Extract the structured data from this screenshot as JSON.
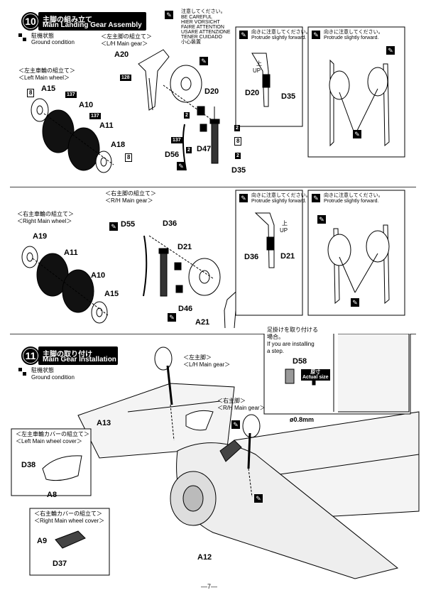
{
  "header": {
    "caution_jp": "注意してください。",
    "caution_lines": [
      "BE CAREFUL",
      "HIER VORSICHT",
      "FAIRE ATTENTION",
      "USARE ATTENZIONE",
      "TENER CUIDADO",
      "小心裝置"
    ]
  },
  "step10": {
    "number": "10",
    "title_jp": "主脚の組み立て",
    "title_en": "Main Landing Gear Assembly",
    "ground_jp": "駐機状態",
    "ground_en": "Ground condition",
    "lh_gear_jp": "＜左主脚の組立て＞",
    "lh_gear_en": "＜L/H Main gear＞",
    "left_wheel_jp": "＜左主車輪の組立て＞",
    "left_wheel_en": "＜Left Main wheel＞",
    "parts": [
      "A20",
      "A15",
      "A10",
      "A11",
      "A18",
      "D20",
      "D47",
      "D56",
      "D35"
    ],
    "counts": [
      "8",
      "137",
      "137",
      "8",
      "128",
      "2",
      "2",
      "8",
      "137",
      "2",
      "2"
    ],
    "note1_jp": "向きに注意してください。",
    "note1_en": "Protrude slightly forward.",
    "note2_jp": "向きに注意してください。",
    "note2_en": "Protrude slightly forward.",
    "up_jp": "上",
    "up_en": "UP",
    "inset_parts": [
      "D20",
      "D35"
    ]
  },
  "rh": {
    "rh_gear_jp": "＜右主脚の組立て＞",
    "rh_gear_en": "＜R/H Main gear＞",
    "right_wheel_jp": "＜右主車輪の組立て＞",
    "right_wheel_en": "＜Right Main wheel＞",
    "parts": [
      "A19",
      "A11",
      "A10",
      "A15",
      "D55",
      "D36",
      "D21",
      "D46",
      "A21"
    ],
    "note1_jp": "向きに注意してください。",
    "note1_en": "Protrude slightly forward.",
    "note2_jp": "向きに注意してください。",
    "note2_en": "Protrude slightly forward.",
    "up_jp": "上",
    "up_en": "UP",
    "inset_parts": [
      "D36",
      "D21"
    ]
  },
  "step11": {
    "number": "11",
    "title_jp": "主脚の取り付け",
    "title_en": "Main Gear Installation",
    "ground_jp": "駐機状態",
    "ground_en": "Ground condition",
    "lh_jp": "＜左主脚＞",
    "lh_en": "＜L/H Main gear＞",
    "rh_jp": "＜右主脚＞",
    "rh_en": "＜R/H Main gear＞",
    "step_note_jp1": "足掛けを取り付ける",
    "step_note_jp2": "場合。",
    "step_note_en1": "If you are installing",
    "step_note_en2": "a step.",
    "step_part": "D58",
    "actual_jp": "原寸",
    "actual_en": "Actual size",
    "drill": "ø0.8mm",
    "left_cover_jp": "＜左主車輪カバーの組立て＞",
    "left_cover_en": "＜Left Main wheel cover＞",
    "right_cover_jp": "＜右主輪カバーの組立て＞",
    "right_cover_en": "＜Right Main wheel cover＞",
    "parts": [
      "A13",
      "A12",
      "D38",
      "A8",
      "A9",
      "D37"
    ]
  },
  "footer": {
    "page": "—7—"
  }
}
